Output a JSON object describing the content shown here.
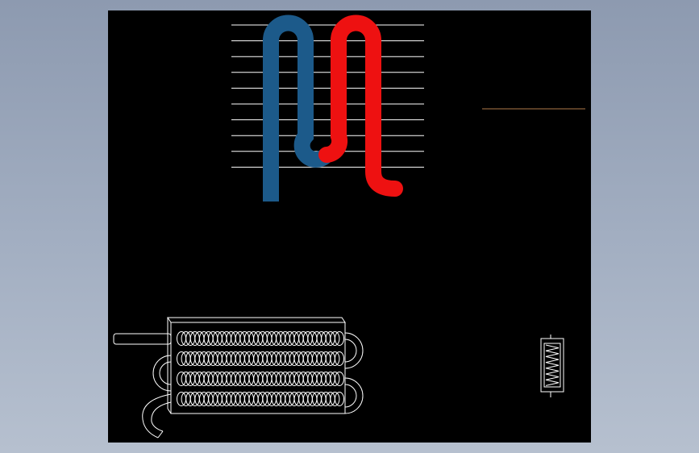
{
  "viewport": {
    "background": "#000000",
    "backdrop": "#97a4b9"
  },
  "colors": {
    "cold_pipe": "#1c5a8a",
    "hot_pipe": "#ee1111",
    "fin_line": "#ffffff",
    "accent_line": "#b07a4a",
    "wireframe": "#ffffff"
  },
  "objects": [
    {
      "id": "serpentine-pipe",
      "kind": "u-bend pipe with fins",
      "fin_count": 10
    },
    {
      "id": "coil-3d-view",
      "kind": "finned coil heat exchanger",
      "tube_rows": 4
    },
    {
      "id": "coil-side-view",
      "kind": "spring coil side view"
    }
  ]
}
